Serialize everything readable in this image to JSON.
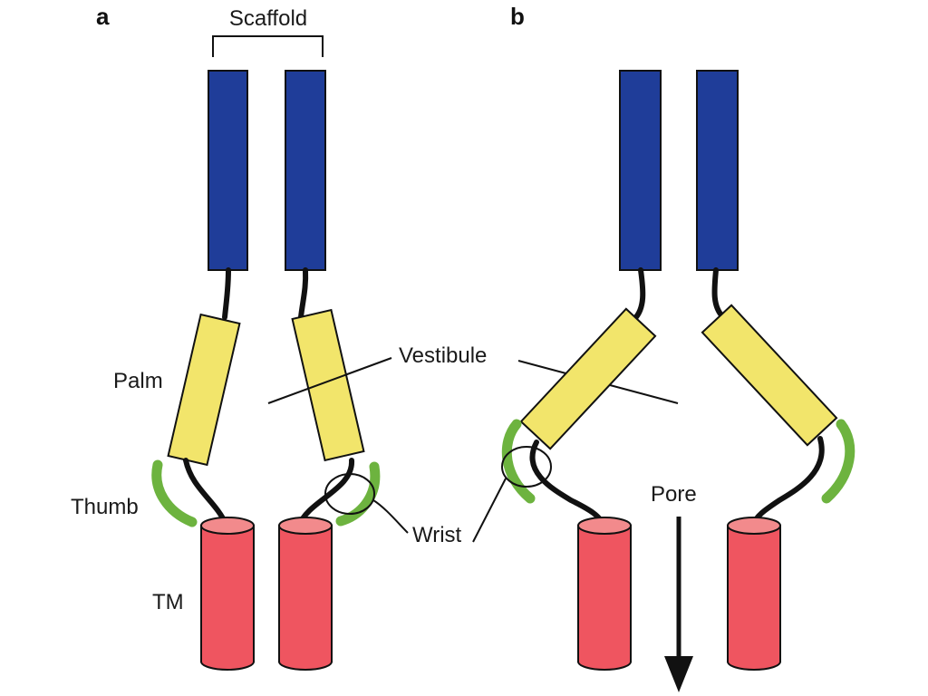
{
  "panels": {
    "a": "a",
    "b": "b"
  },
  "labels": {
    "scaffold": "Scaffold",
    "palm": "Palm",
    "thumb": "Thumb",
    "tm": "TM",
    "vestibule": "Vestibule",
    "wrist": "Wrist",
    "pore": "Pore"
  },
  "colors": {
    "scaffold": "#1f3d99",
    "palm": "#f2e56b",
    "thumb": "#6db33f",
    "tm_body": "#ef5560",
    "tm_top": "#f28a8c",
    "line": "#111111"
  }
}
